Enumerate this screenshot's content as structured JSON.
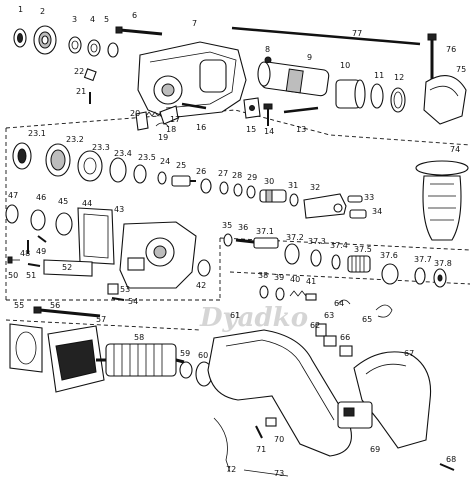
{
  "watermark": "Dyadko",
  "callouts": [
    "1",
    "2",
    "3",
    "4",
    "5",
    "6",
    "7",
    "8",
    "9",
    "10",
    "11",
    "12",
    "13",
    "14",
    "15",
    "16",
    "17",
    "18",
    "19",
    "20",
    "21",
    "22",
    "23.1",
    "23.2",
    "23.3",
    "23.4",
    "23.5",
    "24",
    "25",
    "26",
    "27",
    "28",
    "29",
    "30",
    "31",
    "32",
    "33",
    "34",
    "35",
    "36",
    "37.1",
    "37.2",
    "37.3",
    "37.4",
    "37.5",
    "37.6",
    "37.7",
    "37.8",
    "38",
    "39",
    "40",
    "41",
    "42",
    "43",
    "44",
    "45",
    "46",
    "47",
    "48",
    "49",
    "50",
    "51",
    "52",
    "53",
    "54",
    "55",
    "56",
    "57",
    "58",
    "59",
    "60",
    "61",
    "62",
    "63",
    "64",
    "65",
    "66",
    "67",
    "68",
    "69",
    "70",
    "71",
    "72",
    "73",
    "74",
    "75",
    "76",
    "77"
  ]
}
